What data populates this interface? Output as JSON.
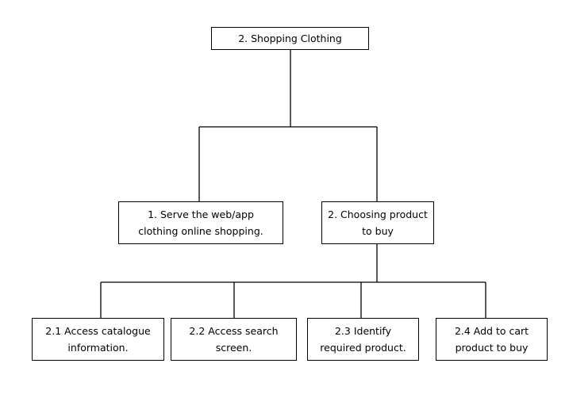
{
  "diagram": {
    "root": {
      "label": "2.    Shopping Clothing"
    },
    "level1": [
      {
        "label": "1. Serve the web/app\nclothing online shopping."
      },
      {
        "label": "2. Choosing product\nto buy"
      }
    ],
    "level2": [
      {
        "label": "2.1 Access catalogue\ninformation."
      },
      {
        "label": "2.2 Access search\nscreen."
      },
      {
        "label": "2.3 Identify\nrequired product."
      },
      {
        "label": "2.4 Add to cart\nproduct to buy"
      }
    ],
    "colors": {
      "line": "#000000",
      "box_border": "#000000",
      "background": "#ffffff"
    }
  }
}
